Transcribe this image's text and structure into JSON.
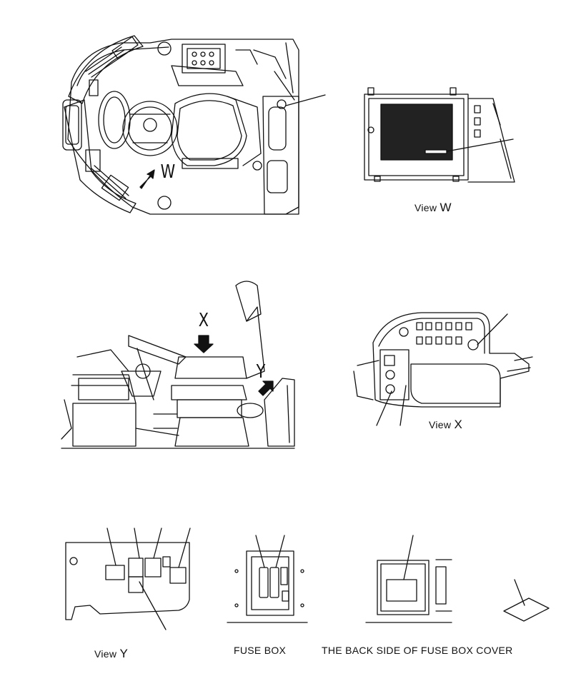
{
  "labels": {
    "view_w_prefix": "View",
    "view_w_letter": "W",
    "view_x_prefix": "View",
    "view_x_letter": "X",
    "view_y_prefix": "View",
    "view_y_letter": "Y",
    "fuse_box": "FUSE BOX",
    "fuse_box_cover_back": "THE BACK SIDE OF FUSE BOX COVER"
  },
  "callouts": {
    "w": "W",
    "x": "X",
    "y": "Y"
  }
}
